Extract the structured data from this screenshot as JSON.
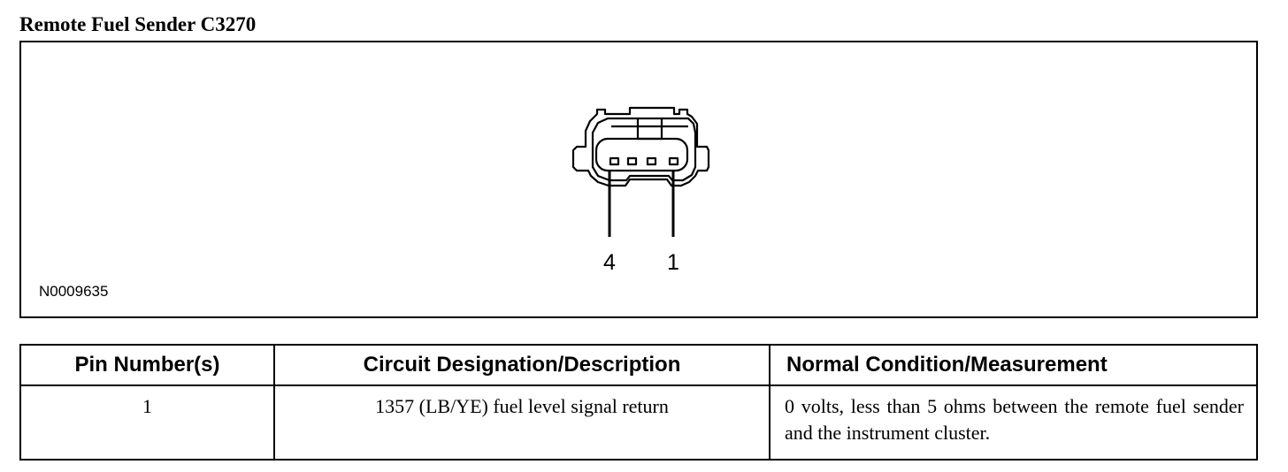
{
  "title": "Remote Fuel Sender C3270",
  "figure": {
    "id": "N0009635",
    "pin_labels": [
      "4",
      "1"
    ]
  },
  "table": {
    "headers": [
      "Pin Number(s)",
      "Circuit Designation/Description",
      "Normal Condition/Measurement"
    ],
    "rows": [
      [
        "1",
        "1357 (LB/YE) fuel level signal return",
        "0 volts, less than 5 ohms between the remote fuel sender and the instrument cluster."
      ]
    ]
  }
}
